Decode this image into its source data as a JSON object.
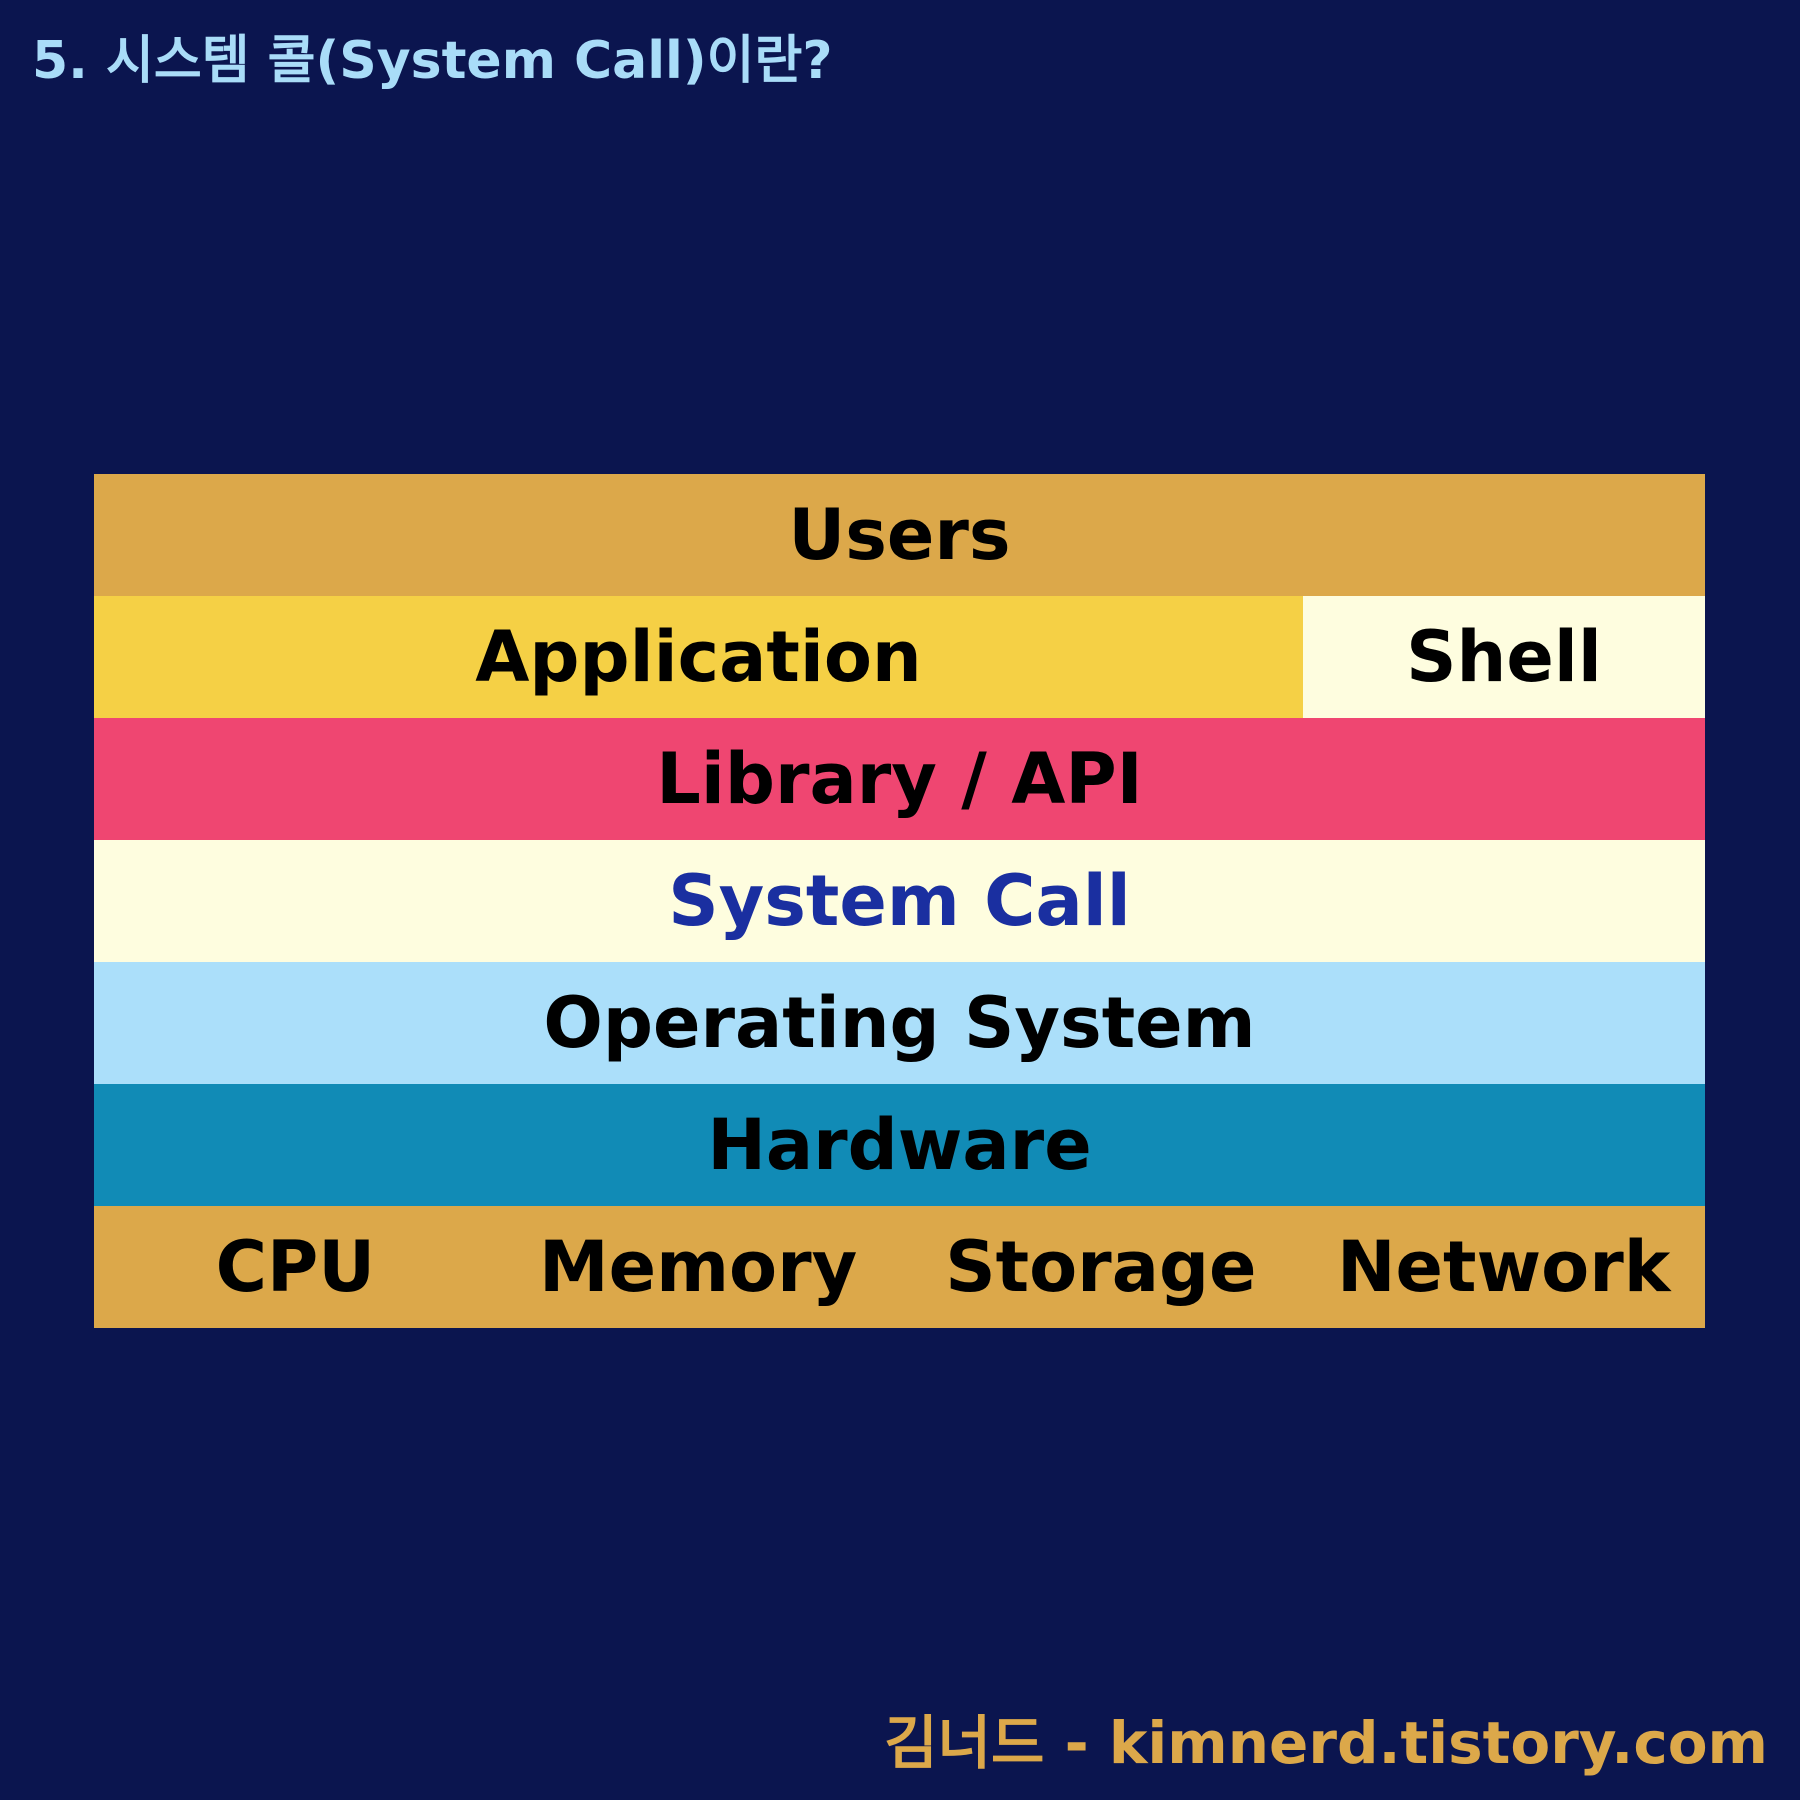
{
  "title": "5. 시스템 콜(System Call)이란?",
  "layers": {
    "users": {
      "label": "Users",
      "color": "#dca84a"
    },
    "application": {
      "label": "Application",
      "color": "#f5d045"
    },
    "shell": {
      "label": "Shell",
      "color": "#fefddf"
    },
    "library": {
      "label": "Library / API",
      "color": "#ef4671"
    },
    "system_call": {
      "label": "System Call",
      "color": "#fefddf",
      "text_color": "#1a2fa0"
    },
    "os": {
      "label": "Operating System",
      "color": "#abdffa"
    },
    "hardware": {
      "label": "Hardware",
      "color": "#118bb6"
    },
    "components": {
      "color": "#dca84a",
      "items": [
        "CPU",
        "Memory",
        "Storage",
        "Network"
      ]
    }
  },
  "footer": "김너드 - kimnerd.tistory.com"
}
